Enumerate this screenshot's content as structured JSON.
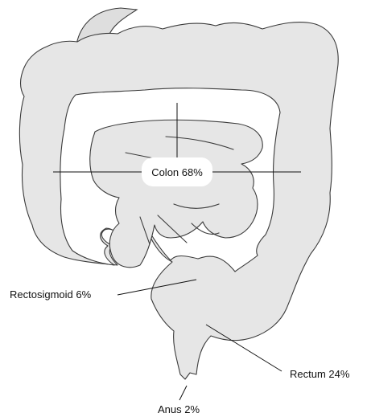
{
  "regions": [
    {
      "id": "colon",
      "label": "Colon 68%"
    },
    {
      "id": "rectosigmoid",
      "label": "Rectosigmoid 6%"
    },
    {
      "id": "rectum",
      "label": "Rectum 24%"
    },
    {
      "id": "anus",
      "label": "Anus 2%"
    }
  ],
  "colors": {
    "organ_fill": "#e6e6e6",
    "organ_stroke": "#3a3a3a",
    "leader_line": "#111111"
  }
}
